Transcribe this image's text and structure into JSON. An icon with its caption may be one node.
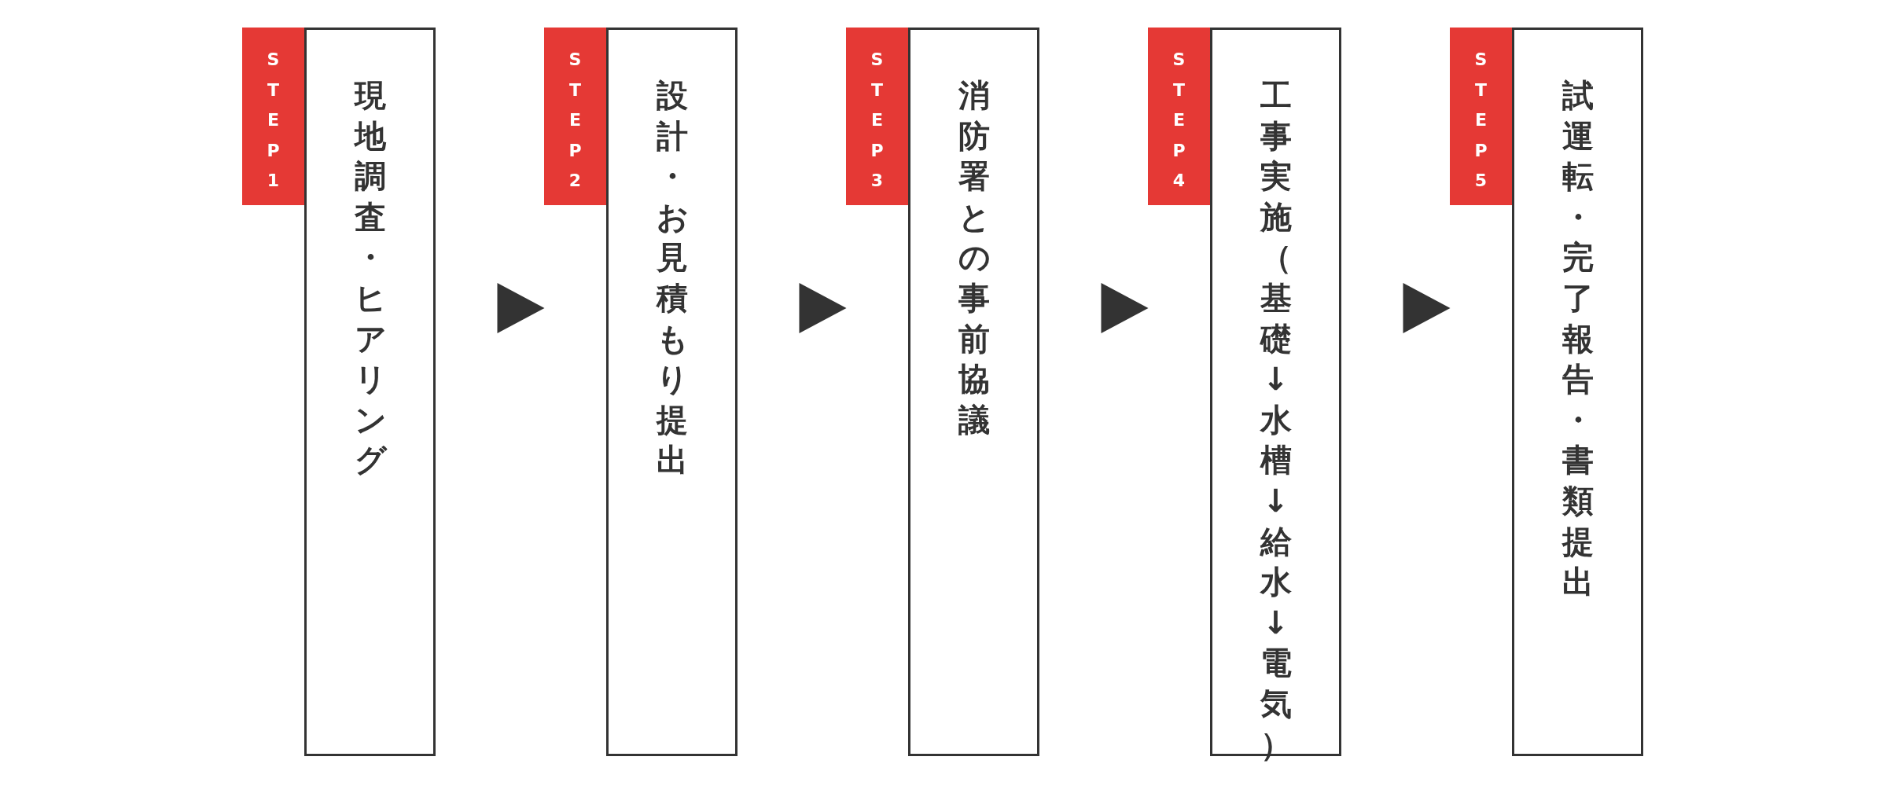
{
  "diagram": {
    "nodes": [
      {
        "text": [
          "STEP1"
        ]
      },
      {
        "text": [
          "現地調査・ヒアリング"
        ]
      },
      {
        "text": [
          "STEP2"
        ]
      },
      {
        "text": [
          "設計・お見積もり提出"
        ]
      },
      {
        "text": [
          "STEP3"
        ]
      },
      {
        "text": [
          "消防署との事前協議"
        ]
      },
      {
        "text": [
          "STEP4"
        ]
      },
      {
        "text": [
          "工事実施（基礎↓水槽↓給水↓電気）"
        ]
      },
      {
        "text": [
          "STEP5"
        ]
      },
      {
        "text": [
          "試運転・完了報告・書類提出"
        ]
      }
    ],
    "edges": [
      {
        "from": 1,
        "to": 3,
        "arrow": "to"
      },
      {
        "from": 3,
        "to": 5,
        "arrow": "to"
      },
      {
        "from": 5,
        "to": 7,
        "arrow": "to"
      },
      {
        "from": 7,
        "to": 9,
        "arrow": "to"
      }
    ]
  }
}
